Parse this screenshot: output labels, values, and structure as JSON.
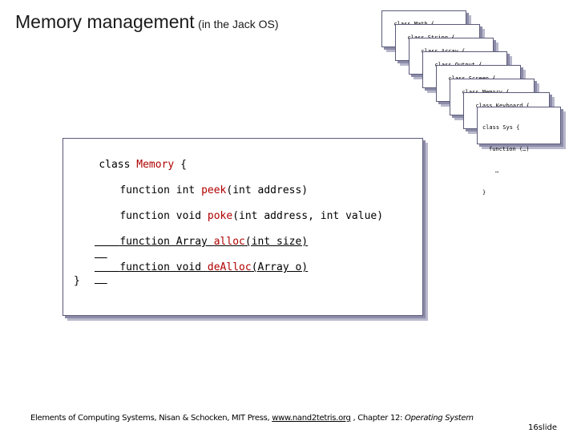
{
  "title": {
    "main": "Memory management",
    "sub": "(in the Jack OS)"
  },
  "stack_cards": [
    "class Math {",
    "class String {",
    "class Array {",
    "class Output {",
    "class Screen {",
    "class Memory {",
    "class Keyboard {"
  ],
  "sys_card": {
    "line1": "class Sys {",
    "line2": "function (…)",
    "line3": "…",
    "line4": "}"
  },
  "memory_class": {
    "header_kw": "class ",
    "header_name": "Memory",
    "header_brace": " {",
    "peek_prefix": "function int ",
    "peek_name": "peek",
    "peek_args": "(int address)",
    "poke_prefix": "function void ",
    "poke_name": "poke",
    "poke_args": "(int address, int value)",
    "alloc_prefix": "function Array ",
    "alloc_name": "alloc",
    "alloc_args": "(int size)",
    "dealloc_prefix": "function void ",
    "dealloc_name": "deAlloc",
    "dealloc_args": "(Array o)",
    "close_brace": "}"
  },
  "footer": {
    "text_before": "Elements of Computing Systems, Nisan & Schocken, MIT Press, ",
    "link": "www.nand2tetris.org",
    "text_mid": " , Chapter 12: ",
    "chapter": "Operating System"
  },
  "slide_number": "16slide"
}
